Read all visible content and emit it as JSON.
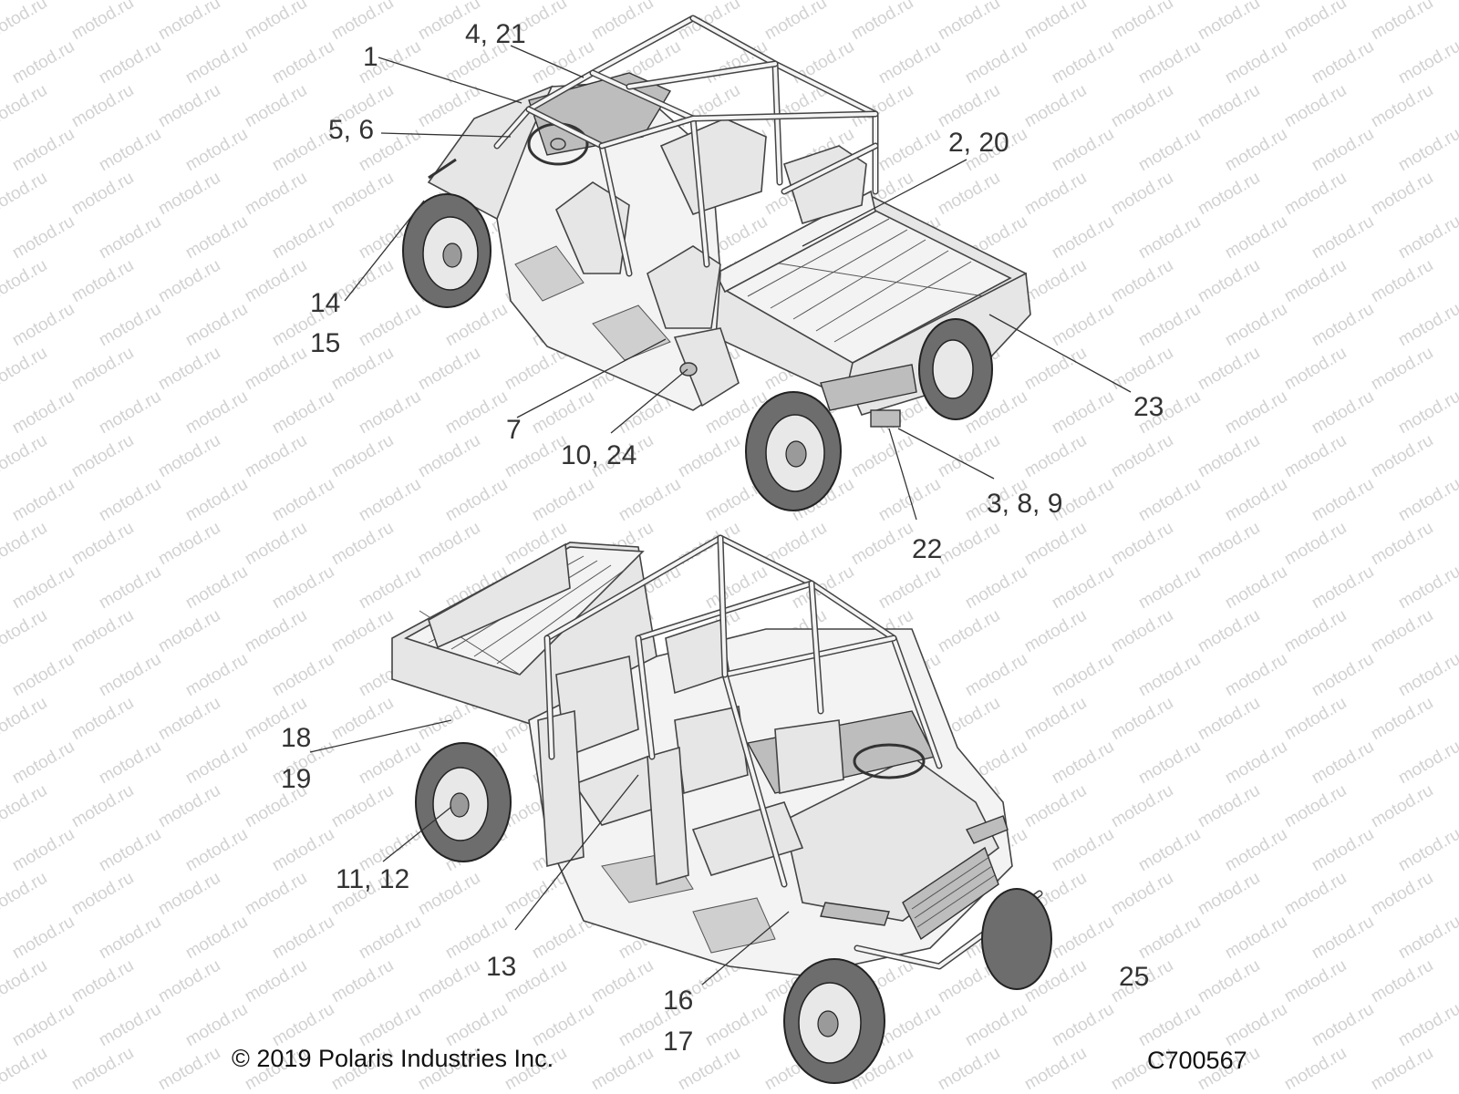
{
  "watermark": {
    "text": "motod.ru"
  },
  "callouts": [
    {
      "id": "c1",
      "text": "1"
    },
    {
      "id": "c4",
      "text": "4, 21"
    },
    {
      "id": "c5",
      "text": "5, 6"
    },
    {
      "id": "c2",
      "text": "2, 20"
    },
    {
      "id": "c14",
      "text": "14"
    },
    {
      "id": "c15",
      "text": "15"
    },
    {
      "id": "c23",
      "text": "23"
    },
    {
      "id": "c7",
      "text": "7"
    },
    {
      "id": "c10",
      "text": "10, 24"
    },
    {
      "id": "c3",
      "text": "3, 8, 9"
    },
    {
      "id": "c22",
      "text": "22"
    },
    {
      "id": "c18",
      "text": "18"
    },
    {
      "id": "c19",
      "text": "19"
    },
    {
      "id": "c11",
      "text": "11, 12"
    },
    {
      "id": "c13",
      "text": "13"
    },
    {
      "id": "c16",
      "text": "16"
    },
    {
      "id": "c17",
      "text": "17"
    },
    {
      "id": "c25",
      "text": "25"
    }
  ],
  "footer": {
    "copyright": "© 2019 Polaris Industries Inc.",
    "code": "C700567"
  },
  "colors": {
    "ink": "#333333",
    "watermark": "#d2d2d2",
    "background": "#ffffff"
  }
}
